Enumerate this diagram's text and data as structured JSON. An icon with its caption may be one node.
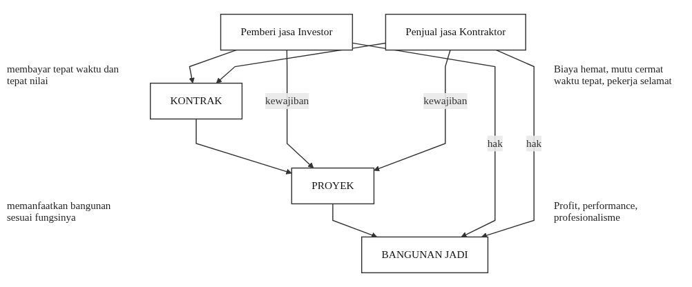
{
  "diagram": {
    "nodes": [
      {
        "text": [
          "Pemberi jasa Investor"
        ]
      },
      {
        "text": [
          "KONTRAK"
        ]
      },
      {
        "text": [
          "Penjual jasa Kontraktor"
        ]
      },
      {
        "text": [
          "PROYEK"
        ]
      },
      {
        "text": [
          "BANGUNAN JADI"
        ]
      }
    ],
    "edges": [
      {
        "from": 0,
        "to": 1,
        "arrow": "to"
      },
      {
        "from": 2,
        "to": 1,
        "arrow": "to"
      },
      {
        "from": 1,
        "to": 3,
        "arrow": "to"
      },
      {
        "from": 0,
        "to": 3,
        "arrow": "to",
        "label": "kewajiban"
      },
      {
        "from": 2,
        "to": 3,
        "arrow": "to",
        "label": "kewajiban"
      },
      {
        "from": 3,
        "to": 4,
        "arrow": "to"
      },
      {
        "from": 0,
        "to": 4,
        "arrow": "to",
        "label": "hak"
      },
      {
        "from": 2,
        "to": 4,
        "arrow": "to",
        "label": "hak"
      }
    ],
    "labels": [
      "membayar tepat waktu dan tepat nilai",
      "Biaya hemat, mutu cermat waktu tepat, pekerja selamat",
      "memanfaatkan bangunan sesuai fungsinya",
      "Profit, performance, profesionalisme"
    ]
  }
}
